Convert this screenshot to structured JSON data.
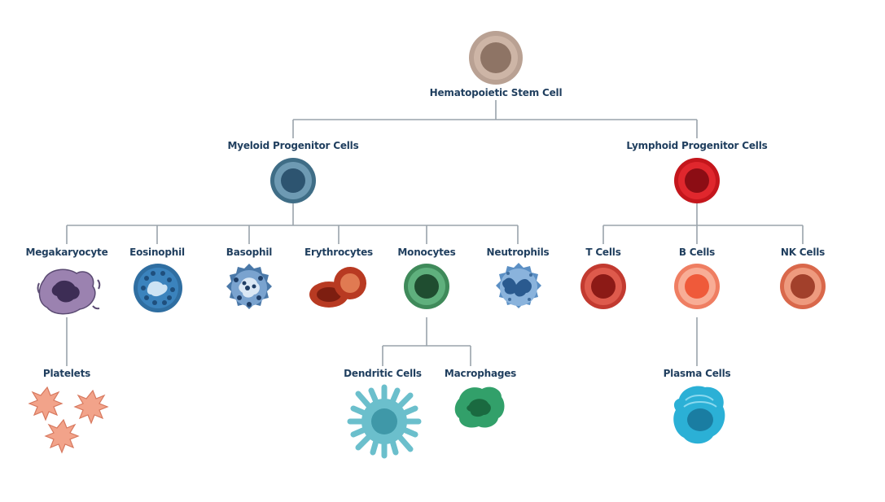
{
  "colors": {
    "label_text": "#1f3e5e",
    "connector": "#9aa3ab",
    "stem": "#b9a193",
    "myeloid": "#3f6d86",
    "lymphoid": "#c4161c",
    "megakaryocyte": "#9b82b0",
    "eosinophil": "#2f6ea1",
    "basophil": "#4a78a8",
    "erythrocyte": "#b83a22",
    "monocyte": "#3f8a5a",
    "neutrophil": "#5b8fc4",
    "t_cell": "#c23a30",
    "b_cell": "#ef7e62",
    "nk_cell": "#d9684b",
    "platelet": "#f2a38a",
    "dendritic": "#6bbfcc",
    "macrophage": "#32a06a",
    "plasma": "#2bb0d6"
  },
  "root": {
    "label": "Hematopoietic Stem Cell",
    "icon": "stem-cell-icon"
  },
  "progenitors": {
    "myeloid": {
      "label": "Myeloid Progenitor Cells",
      "icon": "myeloid-progenitor-icon"
    },
    "lymphoid": {
      "label": "Lymphoid Progenitor Cells",
      "icon": "lymphoid-progenitor-icon"
    }
  },
  "myeloid_cells": [
    {
      "label": "Megakaryocyte",
      "icon": "megakaryocyte-icon"
    },
    {
      "label": "Eosinophil",
      "icon": "eosinophil-icon"
    },
    {
      "label": "Basophil",
      "icon": "basophil-icon"
    },
    {
      "label": "Erythrocytes",
      "icon": "erythrocytes-icon"
    },
    {
      "label": "Monocytes",
      "icon": "monocytes-icon"
    },
    {
      "label": "Neutrophils",
      "icon": "neutrophils-icon"
    }
  ],
  "lymphoid_cells": [
    {
      "label": "T Cells",
      "icon": "t-cell-icon"
    },
    {
      "label": "B Cells",
      "icon": "b-cell-icon"
    },
    {
      "label": "NK Cells",
      "icon": "nk-cell-icon"
    }
  ],
  "derived": {
    "platelets": {
      "label": "Platelets",
      "icon": "platelets-icon"
    },
    "dendritic": {
      "label": "Dendritic Cells",
      "icon": "dendritic-cell-icon"
    },
    "macrophages": {
      "label": "Macrophages",
      "icon": "macrophage-icon"
    },
    "plasma": {
      "label": "Plasma Cells",
      "icon": "plasma-cell-icon"
    }
  }
}
